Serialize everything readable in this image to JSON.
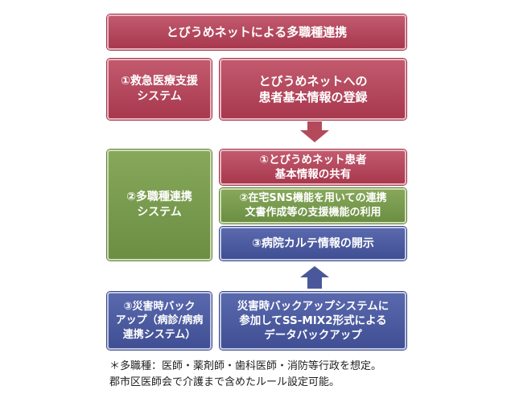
{
  "header": {
    "title": "とびうめネットによる多職種連携"
  },
  "row1": {
    "left": "①救急医療支援\nシステム",
    "right": "とびうめネットへの\n患者基本情報の登録"
  },
  "row2": {
    "left": "②多職種連携\nシステム",
    "items": [
      "①とびうめネット患者\n基本情報の共有",
      "②在宅SNS機能を用いての連携\n文書作成等の支援機能の利用",
      "③病院カルテ情報の開示"
    ]
  },
  "row3": {
    "left": "③災害時バック\nアップ（病診/病病\n連携システム）",
    "right": "災害時バックアップシステムに\n参加してSS-MIX2形式による\nデータバックアップ"
  },
  "notes": [
    "＊多職種：医師・薬剤師・歯科医師・消防等行政を想定。",
    "郡市区医師会で介護まで含めたルール設定可能。"
  ],
  "colors": {
    "red": "#a8384e",
    "green": "#6b8e43",
    "blue": "#404f94"
  }
}
